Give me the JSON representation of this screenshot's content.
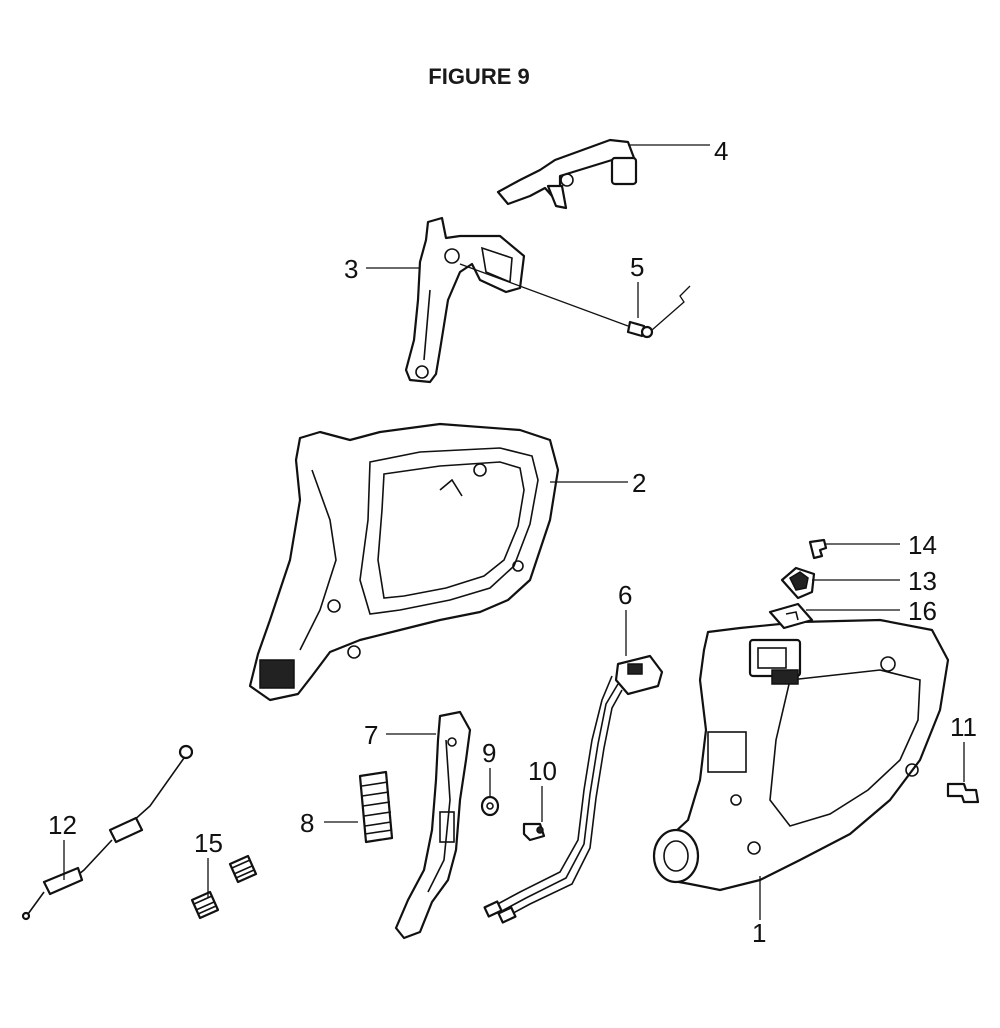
{
  "figure": {
    "title": "FIGURE 9"
  },
  "callouts": [
    {
      "id": "1",
      "label": "1"
    },
    {
      "id": "2",
      "label": "2"
    },
    {
      "id": "3",
      "label": "3"
    },
    {
      "id": "4",
      "label": "4"
    },
    {
      "id": "5",
      "label": "5"
    },
    {
      "id": "6",
      "label": "6"
    },
    {
      "id": "7",
      "label": "7"
    },
    {
      "id": "8",
      "label": "8"
    },
    {
      "id": "9",
      "label": "9"
    },
    {
      "id": "10",
      "label": "10"
    },
    {
      "id": "11",
      "label": "11"
    },
    {
      "id": "12",
      "label": "12"
    },
    {
      "id": "13",
      "label": "13"
    },
    {
      "id": "14",
      "label": "14"
    },
    {
      "id": "15",
      "label": "15"
    },
    {
      "id": "16",
      "label": "16"
    }
  ]
}
